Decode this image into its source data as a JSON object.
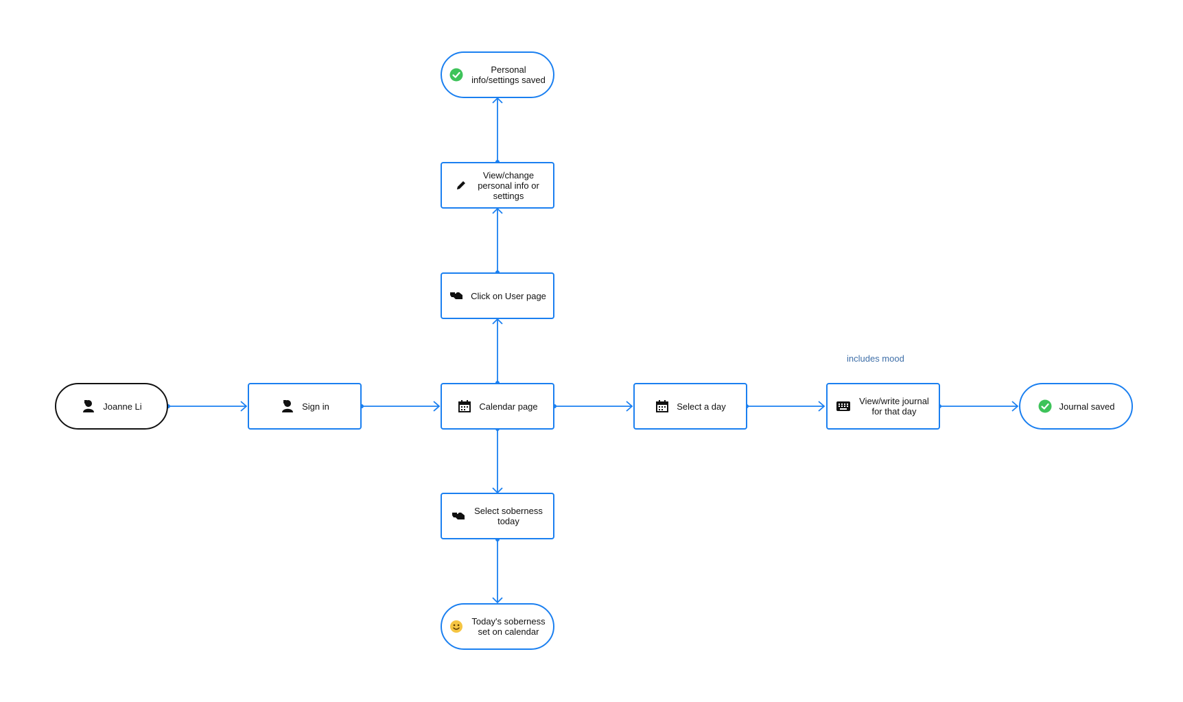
{
  "diagram": {
    "accent_color": "#1a7ff0",
    "nodes": {
      "start": {
        "label": "Joanne Li",
        "icon": "user-icon"
      },
      "sign_in": {
        "label": "Sign in",
        "icon": "user-icon"
      },
      "calendar": {
        "label": "Calendar page",
        "icon": "calendar-icon"
      },
      "select_day": {
        "label": "Select a day",
        "icon": "calendar-icon"
      },
      "journal": {
        "label": "View/write journal for that day",
        "icon": "keyboard-icon"
      },
      "journal_saved": {
        "label": "Journal saved",
        "icon": "check-circle-icon"
      },
      "user_page": {
        "label": "Click on User page",
        "icon": "pointing-hand-icon"
      },
      "settings": {
        "label": "View/change personal info or settings",
        "icon": "pencil-icon"
      },
      "settings_saved": {
        "label": "Personal info/settings saved",
        "icon": "check-circle-icon"
      },
      "soberness": {
        "label": "Select soberness today",
        "icon": "pointing-hand-icon"
      },
      "soberness_set": {
        "label": "Today's soberness set on calendar",
        "icon": "smiley-icon"
      }
    },
    "annotation": "includes mood"
  }
}
